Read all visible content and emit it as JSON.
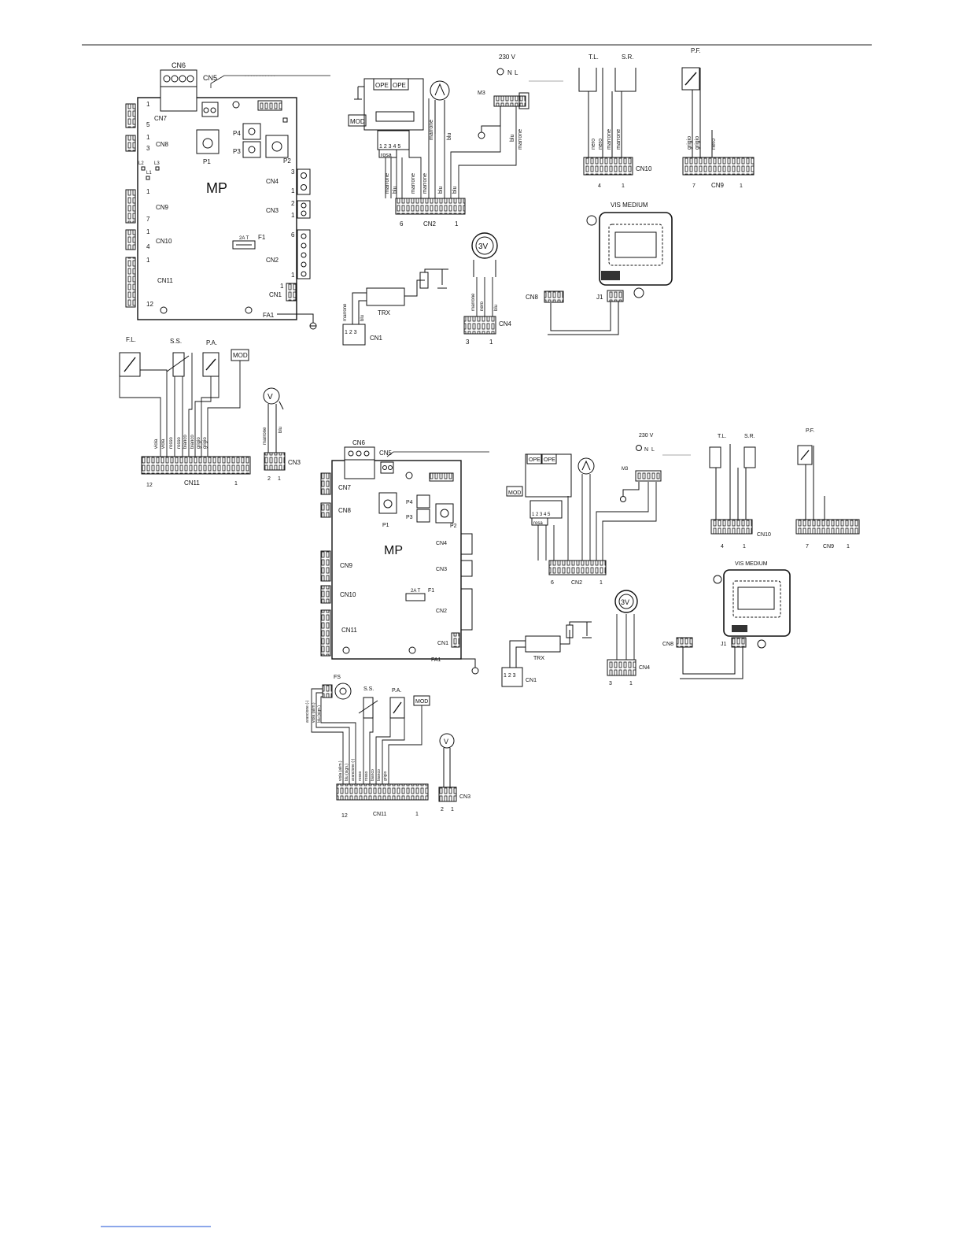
{
  "top_diagram": {
    "board_label": "MP",
    "connectors": {
      "cn6": "CN6",
      "cn5": "CN5",
      "cn7": "CN7",
      "cn8": "CN8",
      "cn9": "CN9",
      "cn10": "CN10",
      "cn11": "CN11",
      "cn4": "CN4",
      "cn3": "CN3",
      "cn2": "CN2",
      "cn1": "CN1",
      "fa1": "FA1",
      "f1": "F1",
      "fuse": "2A T",
      "p1": "P1",
      "p2": "P2",
      "p3": "P3",
      "p4": "P4",
      "l1": "L1",
      "l2": "L2",
      "l3": "L3"
    },
    "pins": {
      "cn7_a": "1",
      "cn7_b": "5",
      "cn8_a": "1",
      "cn8_b": "3",
      "cn9_a": "1",
      "cn9_b": "7",
      "cn10_a": "1",
      "cn10_b": "4",
      "cn11_a": "1",
      "cn11_b": "12",
      "cn4_a": "3",
      "cn4_b": "1",
      "cn3_a": "2",
      "cn3_b": "1",
      "cn2_a": "6",
      "cn2_b": "1",
      "cn1_a": "1"
    },
    "supply": {
      "voltage": "230 V",
      "n": "N",
      "l": "L",
      "m3": "M3"
    },
    "ope1": "OPE",
    "ope2": "OPE",
    "mod": "MOD",
    "rosa": "rosa",
    "pump_pins": "1 2 3 4 5",
    "cn2_label": "CN2",
    "cn2_left": "6",
    "cn2_right": "1",
    "wires_cn2": [
      "marrone",
      "blu",
      "marrone",
      "marrone",
      "blu",
      "blu"
    ],
    "wires_supply": [
      "blu",
      "marrone"
    ],
    "pump_wires": [
      "marrone",
      "blu"
    ],
    "tl": "T.L.",
    "sr": "S.R.",
    "pf": "P.F.",
    "cn10_label": "CN10",
    "cn10_left": "4",
    "cn10_right": "1",
    "wires_cn10": [
      "nero",
      "nero",
      "marrone",
      "marrone"
    ],
    "cn9_label": "CN9",
    "cn9_left": "7",
    "cn9_right": "1",
    "wires_cn9": [
      "grigio",
      "grigio",
      "nero"
    ],
    "vis_medium": "VIS MEDIUM",
    "cn8_label": "CN8",
    "j1": "J1",
    "valve": "3V",
    "cn4_label": "CN4",
    "cn4_left": "3",
    "cn4_right": "1",
    "wires_cn4": [
      "marrone",
      "nero",
      "blu"
    ],
    "trx": "TRX",
    "cn1_label": "CN1",
    "cn1_pins": "1 2 3",
    "wires_cn1": [
      "marrone",
      "blu"
    ],
    "fl": "F.L.",
    "ss": "S.S.",
    "pa": "P.A.",
    "mod2": "MOD",
    "v": "V",
    "wires_cn11": [
      "viola",
      "viola",
      "rosso",
      "rosso",
      "bianco",
      "bianco",
      "grigio",
      "grigio"
    ],
    "cn11_label": "CN11",
    "cn11_left": "12",
    "cn11_right": "1",
    "wires_cn3": [
      "marrone",
      "blu"
    ],
    "cn3_label": "CN3",
    "cn3_left": "2",
    "cn3_right": "1"
  },
  "bottom_diagram": {
    "board_label": "MP",
    "fs": "FS",
    "wires_cn11": [
      "viola (alim.)",
      "blu (sign.)",
      "arancione (-)",
      "rosso",
      "rosso",
      "bianco",
      "bianco",
      "grigio"
    ],
    "fs_wires": [
      "arancione (-)",
      "viola (alim.)",
      "blu (sign.)"
    ]
  }
}
